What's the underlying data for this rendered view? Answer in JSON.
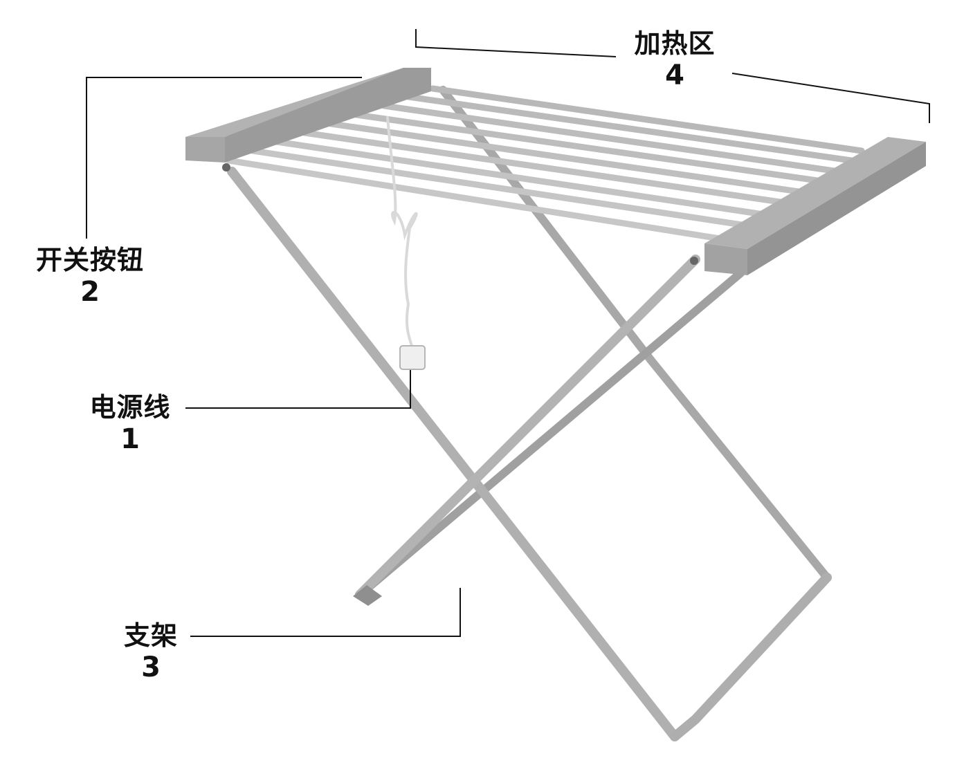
{
  "labels": {
    "heating_zone": {
      "name": "加热区",
      "number": "4"
    },
    "switch_button": {
      "name": "开关按钮",
      "number": "2"
    },
    "power_cord": {
      "name": "电源线",
      "number": "1"
    },
    "stand": {
      "name": "支架",
      "number": "3"
    }
  },
  "colors": {
    "frame": "#b5b5b5",
    "frame_dark": "#8c8c8c",
    "end_block": "#a9a9a9",
    "rail": "#c8c8c8",
    "cord": "#e3e3e3",
    "leader": "#111111"
  }
}
